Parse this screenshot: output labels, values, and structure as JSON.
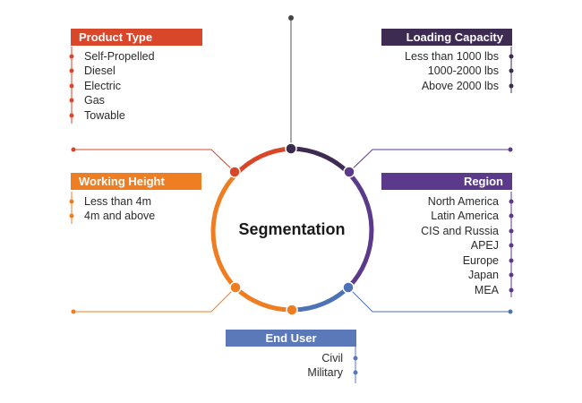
{
  "center": {
    "label": "Segmentation"
  },
  "colors": {
    "product_type": "#d9472b",
    "loading_capacity": "#3d2b52",
    "working_height": "#ef7d22",
    "region": "#5b3a8c",
    "end_user": "#5b78b8",
    "end_user_ring": "#4d72b5"
  },
  "product_type": {
    "title": "Product Type",
    "items": [
      "Self-Propelled",
      "Diesel",
      "Electric",
      "Gas",
      "Towable"
    ]
  },
  "loading_capacity": {
    "title": "Loading Capacity",
    "items": [
      "Less than 1000 lbs",
      "1000-2000 lbs",
      "Above 2000 lbs"
    ]
  },
  "working_height": {
    "title": "Working Height",
    "items": [
      "Less than 4m",
      "4m and above"
    ]
  },
  "region": {
    "title": "Region",
    "items": [
      "North America",
      "Latin America",
      "CIS and Russia",
      "APEJ",
      "Europe",
      "Japan",
      "MEA"
    ]
  },
  "end_user": {
    "title": "End User",
    "items": [
      "Civil",
      "Military"
    ]
  }
}
